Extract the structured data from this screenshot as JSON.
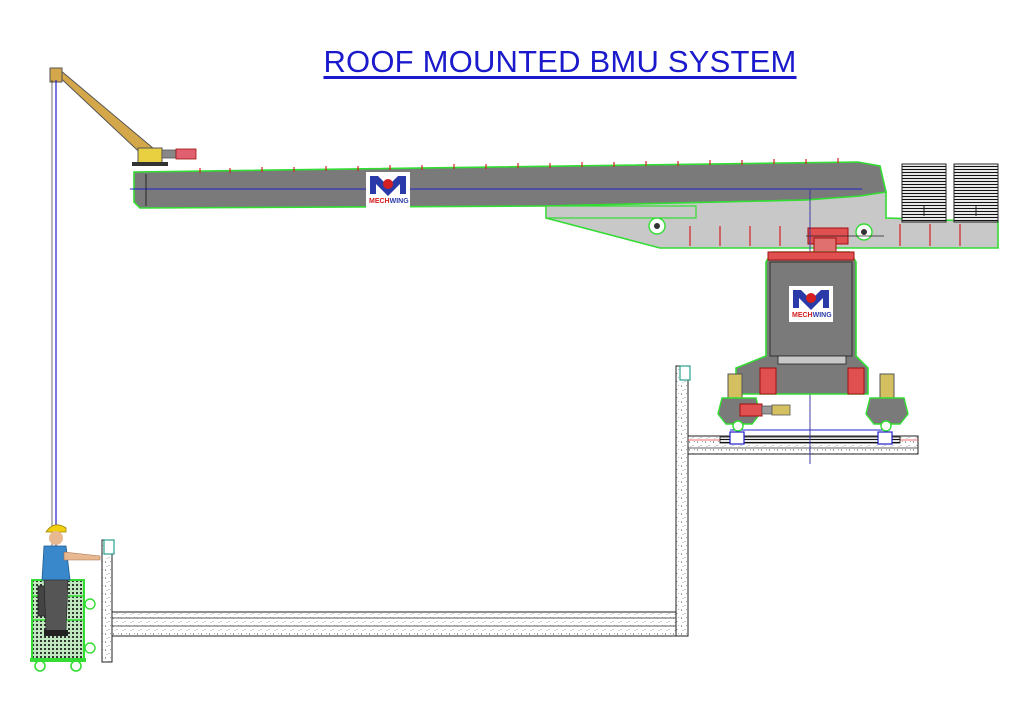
{
  "title": "ROOF MOUNTED BMU SYSTEM",
  "logo": {
    "brand_part1": "MECH",
    "brand_part2": "WING",
    "color_primary": "#2a3aa8",
    "color_accent": "#d42020"
  },
  "colors": {
    "boom": "#7a7a7a",
    "boom_light": "#c8c8c8",
    "outline": "#33dd33",
    "structure": "#000000",
    "mechanism": "#d43030",
    "jib": "#d4a84a",
    "centerline": "#2020cc"
  },
  "icons": {
    "logo": "mechwing-logo-icon",
    "counterweight": "counterweight-block",
    "worker": "worker-figure",
    "cradle": "gondola-cradle"
  }
}
